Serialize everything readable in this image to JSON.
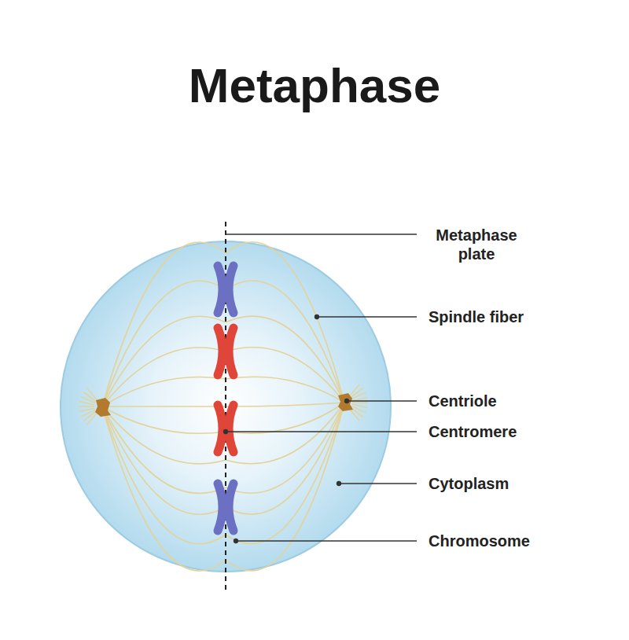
{
  "diagram": {
    "title": "Metaphase",
    "labels": [
      "Metaphase plate",
      "Spindle fiber",
      "Centriole",
      "Centromere",
      "Cytoplasm",
      "Chromosome"
    ]
  }
}
